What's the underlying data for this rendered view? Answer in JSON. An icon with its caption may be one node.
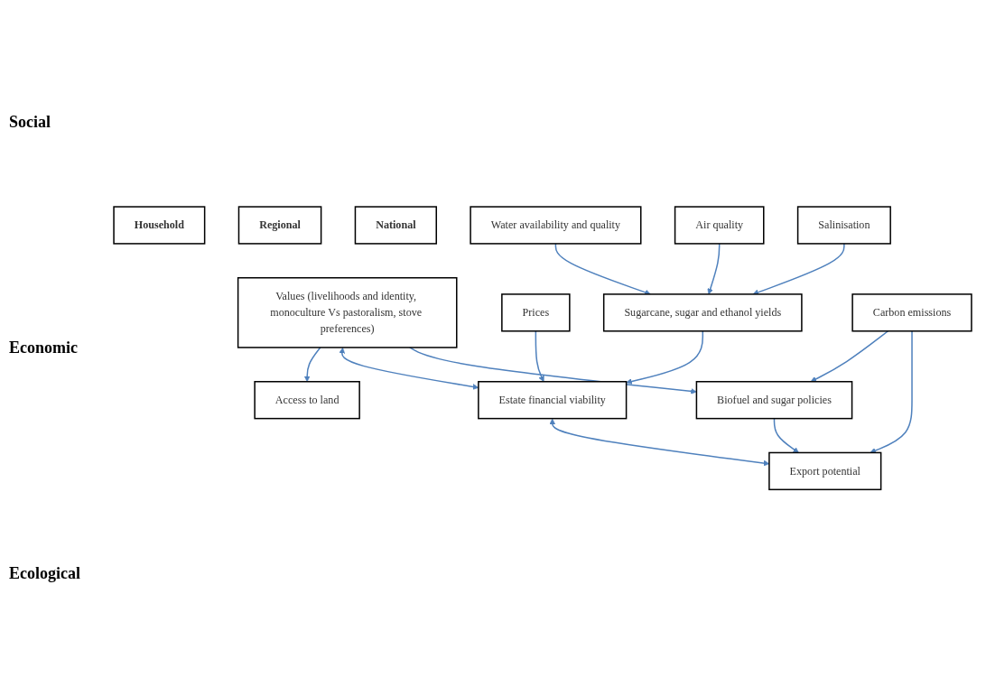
{
  "diagram": {
    "nodes": [
      {
        "text": [
          "Household"
        ]
      },
      {
        "text": [
          "Regional"
        ]
      },
      {
        "text": [
          "National"
        ]
      },
      {
        "text": [
          "Values (livelihoods and identity, monoculture Vs pastoralism, stove preferences)"
        ]
      },
      {
        "text": [
          "Biofuel and sugar policies"
        ]
      },
      {
        "text": [
          "Prices"
        ]
      },
      {
        "text": [
          "Estate financial viability"
        ]
      },
      {
        "text": [
          "Export potential"
        ]
      },
      {
        "text": [
          "Sugarcane, sugar and ethanol yields"
        ]
      },
      {
        "text": [
          "Access to land"
        ]
      },
      {
        "text": [
          "Water availability and quality"
        ]
      },
      {
        "text": [
          "Carbon emissions"
        ]
      },
      {
        "text": [
          "Air quality"
        ]
      },
      {
        "text": [
          "Salinisation"
        ]
      }
    ],
    "edges": [
      {
        "from": 3,
        "to": 9,
        "arrow": "to"
      },
      {
        "from": 3,
        "to": 6,
        "arrow": "both"
      },
      {
        "from": 3,
        "to": 4,
        "arrow": "to"
      },
      {
        "from": 4,
        "to": 7,
        "arrow": "to"
      },
      {
        "from": 5,
        "to": 6,
        "arrow": "to"
      },
      {
        "from": 6,
        "to": 7,
        "arrow": "both"
      },
      {
        "from": 8,
        "to": 6,
        "arrow": "to"
      },
      {
        "from": 10,
        "to": 8,
        "arrow": "to"
      },
      {
        "from": 12,
        "to": 8,
        "arrow": "to"
      },
      {
        "from": 13,
        "to": 8,
        "arrow": "to"
      },
      {
        "from": 11,
        "to": 4,
        "arrow": "to"
      },
      {
        "from": 11,
        "to": 7,
        "arrow": "to"
      }
    ],
    "labels": [
      "Social",
      "Economic",
      "Ecological"
    ]
  }
}
